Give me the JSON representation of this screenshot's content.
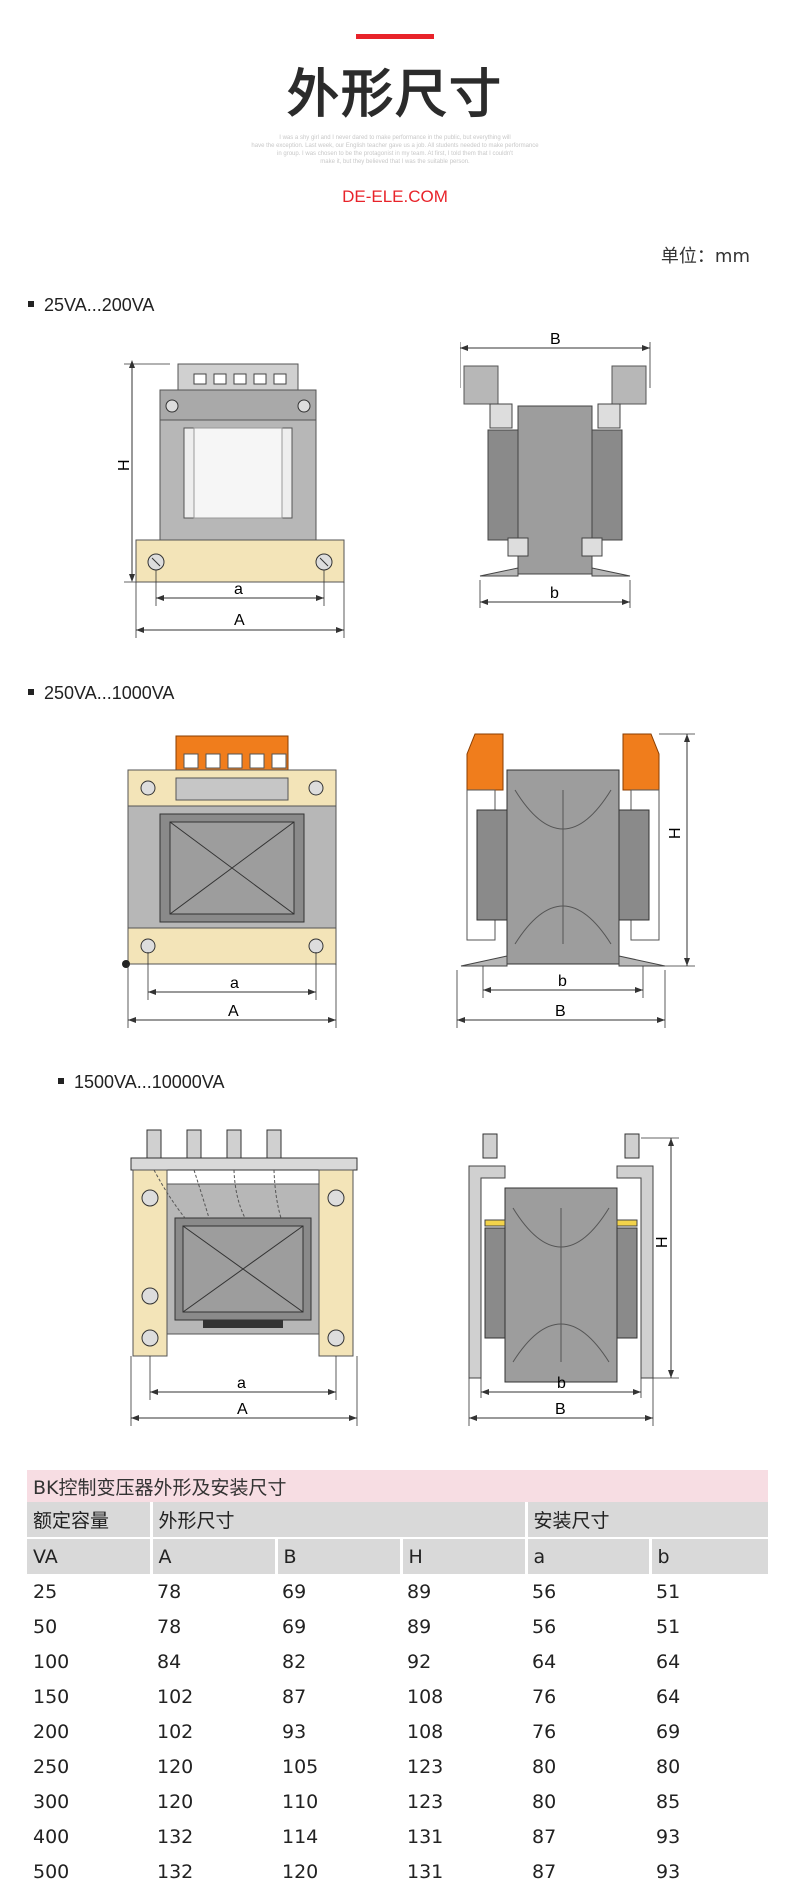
{
  "header": {
    "title": "外形尺寸",
    "subtitle_lines": [
      "I was a shy girl and I never dared to make performance in the public, but everything will",
      "have the exception. Last week, our English teacher gave us a job. All students needed to make performance",
      "in group. I was chosen to be the protagonist in my team. At first, I told them that I couldn't",
      "make it, but they believed that I was the suitable person."
    ],
    "brand": "DE-ELE.COM",
    "unit": "单位：mm"
  },
  "sections": [
    {
      "label": "25VA...200VA"
    },
    {
      "label": "250VA...1000VA"
    },
    {
      "label": "1500VA...10000VA"
    }
  ],
  "dims": {
    "A": "A",
    "a": "a",
    "B": "B",
    "b": "b",
    "H": "H"
  },
  "colors": {
    "frame_gray": "#b7b7b7",
    "base_cream": "#f3e4b8",
    "terminal_orange": "#f07d1c",
    "core_gray": "#8a8a8a",
    "accent_red": "#e8232a",
    "caption_pink": "#f7dde3",
    "header_gray": "#d9d9d9"
  },
  "table": {
    "caption": "BK控制变压器外形及安装尺寸",
    "group_headers": [
      "额定容量",
      "外形尺寸",
      "安装尺寸"
    ],
    "columns": [
      "VA",
      "A",
      "B",
      "H",
      "a",
      "b"
    ],
    "rows": [
      [
        "25",
        "78",
        "69",
        "89",
        "56",
        "51"
      ],
      [
        "50",
        "78",
        "69",
        "89",
        "56",
        "51"
      ],
      [
        "100",
        "84",
        "82",
        "92",
        "64",
        "64"
      ],
      [
        "150",
        "102",
        "87",
        "108",
        "76",
        "64"
      ],
      [
        "200",
        "102",
        "93",
        "108",
        "76",
        "69"
      ],
      [
        "250",
        "120",
        "105",
        "123",
        "80",
        "80"
      ],
      [
        "300",
        "120",
        "110",
        "123",
        "80",
        "85"
      ],
      [
        "400",
        "132",
        "114",
        "131",
        "87",
        "93"
      ],
      [
        "500",
        "132",
        "120",
        "131",
        "87",
        "93"
      ]
    ]
  }
}
